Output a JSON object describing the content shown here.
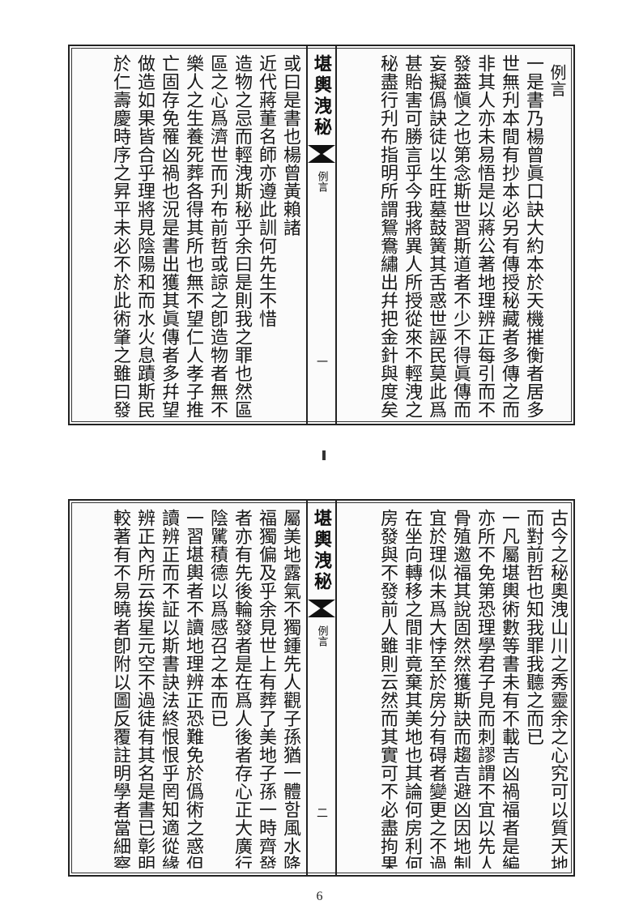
{
  "running_title": "堪輿洩秘",
  "section_label": "例言",
  "spreads": [
    {
      "page_number": "一",
      "right_columns": [
        "例言",
        "一是書乃楊曾眞口訣大約本於天機摧衡者居多",
        "世無刋本間有抄本必另有傳授秘藏者多傳之而",
        "非其人亦未易悟是以蔣公著地理辨正每引而不",
        "發葢愼之也第念斯世習斯道者不少不得眞傳而",
        "妄擬僞訣徒以生旺墓鼓簧其舌惑世誣民莫此爲",
        "甚貽害可勝言乎今我將異人所授從來不輕洩之",
        "秘盡行刋布指明所謂鴛鴦繡出幷把金針與度矣"
      ],
      "left_columns": [
        "或曰是書也楊曾黃賴諸",
        "近代蔣董名師亦遵此訓何先生不惜",
        "造物之忌而輕洩斯秘乎余曰是則我之罪也然區",
        "區之心爲濟世而刋布前哲或諒之卽造物者無不",
        "樂人之生養死葬各得其所也無不望仁人孝子推",
        "亡固存免罹凶禍也況是書出獲其眞傳者多幷望",
        "做造如果皆合乎理將見陰陽和而水火息蹟斯民",
        "於仁壽慶時序之昇平未必不於此術肇之雖曰發"
      ]
    },
    {
      "page_number": "二",
      "right_columns": [
        "古今之秘奧洩山川之秀靈余之心究可以質天地",
        "而對前哲也知我罪我聽之而已",
        "一凡屬堪輿術數等書未有不載吉凶禍福者是編",
        "亦所不免第恐理學君子見而刺謬謂不宜以先人",
        "骨殖邀福其說固然然獲斯訣而趨吉避凶因地制",
        "宜於理似未爲大悖至於房分有碍者變更之不過",
        "在坐向轉移之間非竟棄其美地也其論何房利何",
        "房發與不發前人雖則云然而其實可不必盡拘果"
      ],
      "left_columns": [
        "屬美地露氣不獨鍾先人觀子孫猶一體함風水降",
        "福獨偏及乎余見世上有葬了美地子孫一時齊發",
        "者亦有先後輪發者是在爲人後者存心正大廣行",
        "陰騭積德以爲感召之本而已",
        "一習堪輿者不讀地理辨正恐難免於僞術之惑但",
        "讀辨正而不証以斯書訣法終恨恨乎罔知適從緣",
        "辨正內所云挨星元空不過徒有其名是書已彰明",
        "較著有不易曉者卽附以圖反覆註明學者當細察"
      ]
    }
  ],
  "footer_page_number": "6"
}
